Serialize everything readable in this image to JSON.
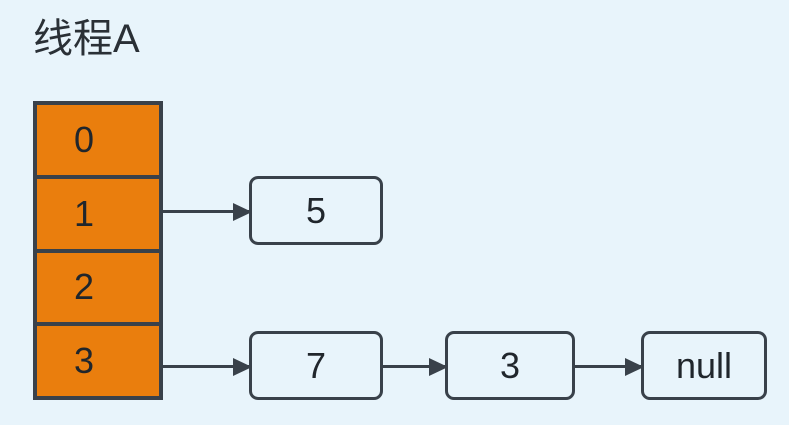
{
  "diagram": {
    "title": "线程A",
    "background_color": "#e8f4fb",
    "accent_color": "#ea7e0d",
    "stroke_color": "#39414a",
    "array": {
      "name": "hash-bucket-array",
      "cells": [
        {
          "index_label": "0",
          "has_chain": false
        },
        {
          "index_label": "1",
          "has_chain": true
        },
        {
          "index_label": "2",
          "has_chain": false
        },
        {
          "index_label": "3",
          "has_chain": true
        }
      ]
    },
    "chains": [
      {
        "from_index": "1",
        "nodes": [
          {
            "label": "5"
          }
        ]
      },
      {
        "from_index": "3",
        "nodes": [
          {
            "label": "7"
          },
          {
            "label": "3"
          },
          {
            "label": "null"
          }
        ]
      }
    ],
    "arrows": [
      {
        "name": "arrow-bucket1-to-node5",
        "from": "1",
        "to": "5"
      },
      {
        "name": "arrow-bucket3-to-node7",
        "from": "3",
        "to": "7"
      },
      {
        "name": "arrow-node7-to-node3",
        "from": "7",
        "to": "3"
      },
      {
        "name": "arrow-node3-to-null",
        "from": "3",
        "to": "null"
      }
    ]
  }
}
